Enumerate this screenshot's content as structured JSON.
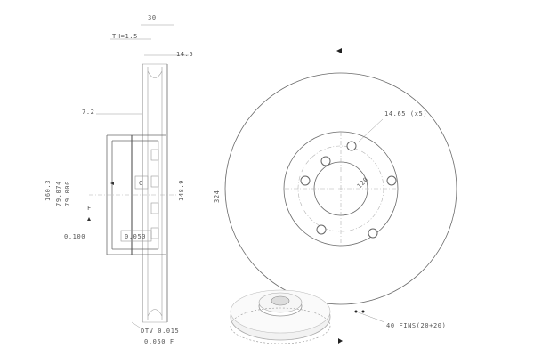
{
  "section_view": {
    "dim_total_width": "30",
    "dim_th": "TH=1.5",
    "dim_friction_ring": "14.5",
    "dim_hat": "7.2",
    "dim_center_bore_1": "160.3",
    "dim_center_bore_2": "79.074",
    "dim_center_bore_3": "79.000",
    "dim_hat_diameter": "148.9",
    "datum_c": "C",
    "datum_f": "F",
    "tol_flatness": "0.100",
    "tol_box": "0.050",
    "tol_dtv": "DTV 0.015",
    "tol_runout": "0.050 F"
  },
  "front_view": {
    "dim_outer_diameter": "324",
    "dim_bolt_circle": "120",
    "dim_bolt_holes": "14.65 (x5)",
    "fins_note": "40 FINS(20+20)"
  },
  "icons": [
    "datum-arrow-icon",
    "direction-arrow-icon"
  ],
  "colors": {
    "line": "#6a6a6a",
    "text": "#555555",
    "background": "#ffffff"
  }
}
